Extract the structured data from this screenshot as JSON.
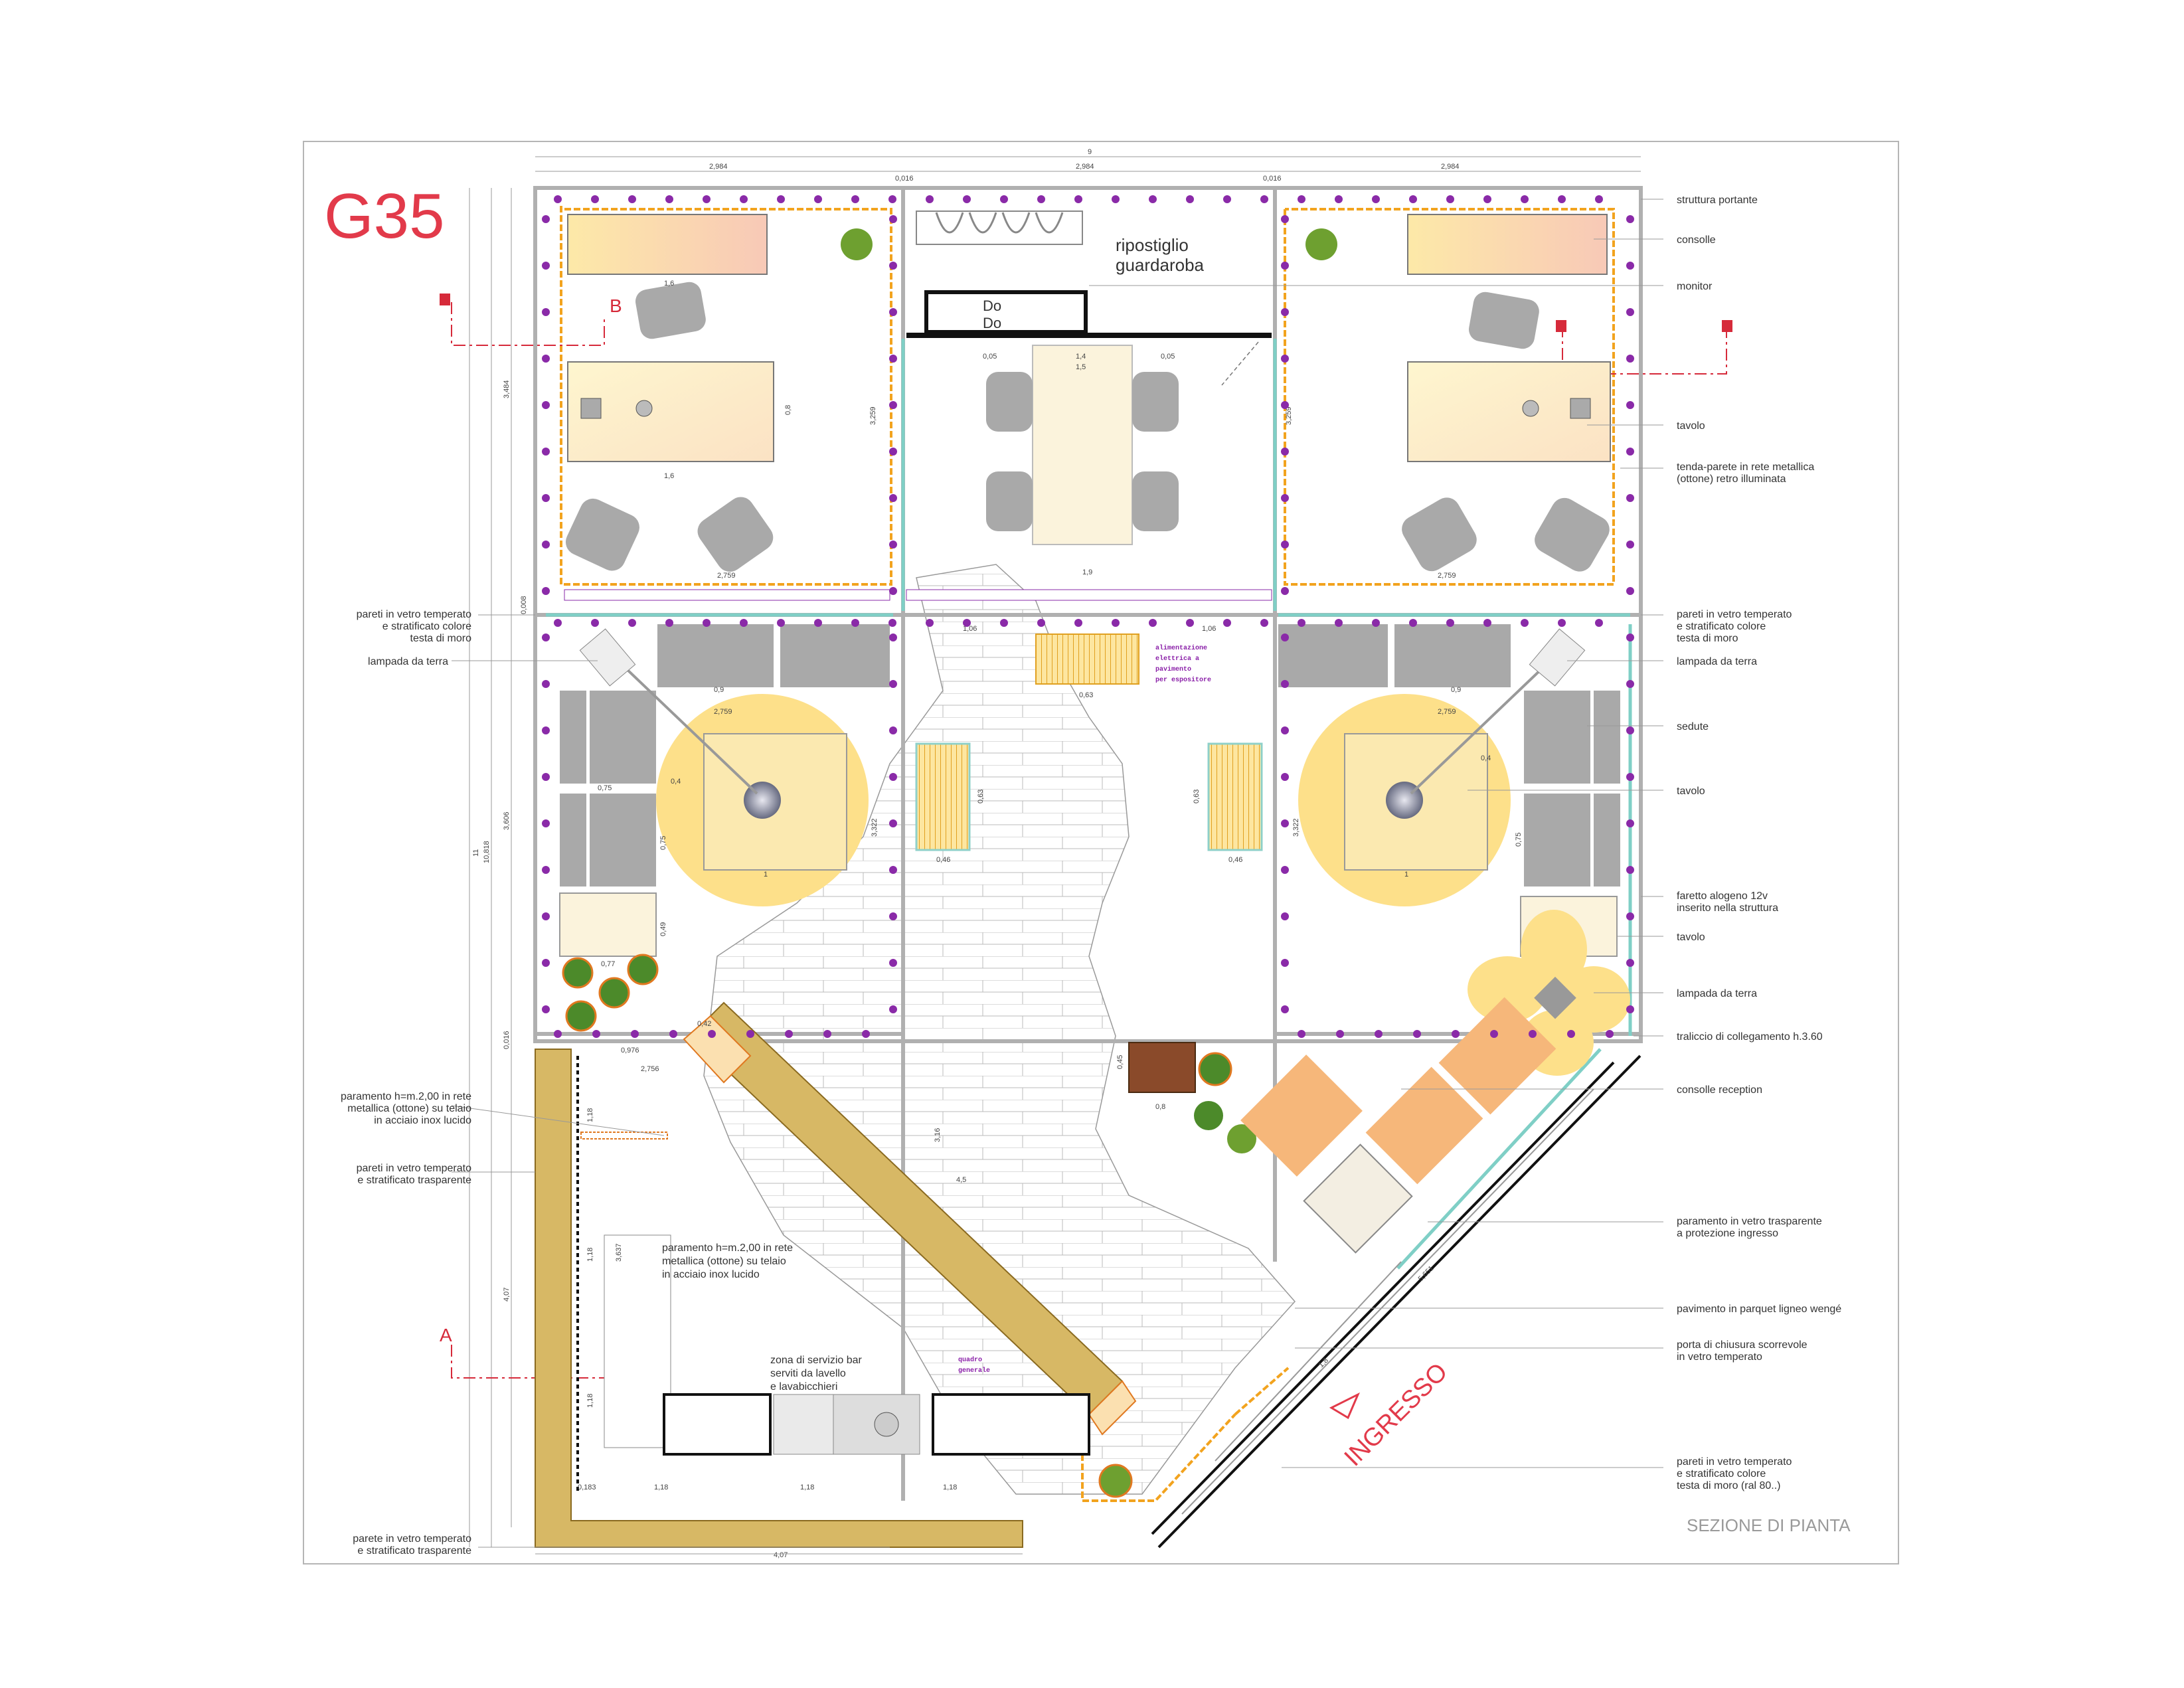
{
  "sheet_id": "G35",
  "sheet_title": "SEZIONE DI PIANTA",
  "entrance_label": "INGRESSO",
  "section_marks": {
    "b": "B",
    "a": "A"
  },
  "rooms": {
    "storage": [
      "ripostiglio",
      "guardaroba"
    ],
    "power": [
      "alimentazione",
      "elettrica a",
      "pavimento",
      "per espositore"
    ],
    "bar_panel": [
      "paramento h=m.2,00 in rete",
      "metallica (ottone) su telaio",
      "in acciaio inox lucido"
    ],
    "bar_service": [
      "zona di servizio bar",
      "serviti da lavello",
      "e lavabicchieri"
    ],
    "panel_board": [
      "quadro",
      "generale"
    ],
    "monitor_text": [
      "Do",
      "Do"
    ]
  },
  "legend_right": [
    [
      "struttura portante"
    ],
    [
      "consolle"
    ],
    [
      "monitor"
    ],
    [
      "tavolo"
    ],
    [
      "tenda-parete in rete metallica",
      "(ottone) retro illuminata"
    ],
    [
      "pareti in vetro temperato",
      "e stratificato colore",
      "testa di moro"
    ],
    [
      "lampada da terra"
    ],
    [
      "sedute"
    ],
    [
      "tavolo"
    ],
    [
      "faretto alogeno 12v",
      "inserito nella struttura"
    ],
    [
      "tavolo"
    ],
    [
      "lampada da terra"
    ],
    [
      "traliccio di collegamento h.3.60"
    ],
    [
      "consolle reception"
    ],
    [
      "paramento in vetro trasparente",
      "a protezione ingresso"
    ],
    [
      "pavimento in parquet ligneo wengé"
    ],
    [
      "porta di chiusura scorrevole",
      "in vetro temperato"
    ],
    [
      "pareti in vetro temperato",
      "e stratificato colore",
      "testa di moro    (ral 80..)"
    ]
  ],
  "legend_left": [
    [
      "pareti in vetro temperato",
      "e stratificato colore",
      "testa di moro"
    ],
    [
      "lampada da terra"
    ],
    [
      "paramento h=m.2,00 in rete",
      "metallica (ottone) su telaio",
      "in acciaio inox lucido"
    ],
    [
      "pareti in vetro temperato",
      "e stratificato trasparente"
    ],
    [
      "parete in vetro temperato",
      "e stratificato trasparente"
    ]
  ],
  "dimensions": {
    "top_total": "9",
    "top_segments": [
      "2,984",
      "0,016",
      "2,984",
      "0,016",
      "2,984"
    ],
    "left_total": "11",
    "left_a": "10,818",
    "left_b": "3,484",
    "left_c": "3,606",
    "left_d": "4,07",
    "left_e": "0,016",
    "left_f": "0,008",
    "office_w": "1,6",
    "office_h": "0,8",
    "room_w": "2,759",
    "mid_w": "1,4",
    "mid_w2": "1,5",
    "sides": "0,05",
    "v3259": "3,259",
    "lounge_w": "2,759",
    "circle": "1",
    "d09": "0,9",
    "d04": "0,4",
    "d075": "0,75",
    "d049": "0,49",
    "d077": "0,77",
    "d063": "0,63",
    "d046": "0,46",
    "d106": "1,06",
    "d19": "1,9",
    "d3322": "3,322",
    "bar_w": "2,756",
    "bar_a": "1,18",
    "bar_b": "3,637",
    "bottom_total": "4,07",
    "d0183": "0,183",
    "reception_d": "0,8",
    "d045": "0,45",
    "d5651": "5,651",
    "d18": "1,8",
    "d0976": "0,976",
    "d0042": "0,42",
    "d316": "3,16",
    "d45": "4,5"
  },
  "colors": {
    "frame": "#b7b7b7",
    "glass": "#9fd6d0",
    "brass": "#f0a020",
    "yellow": "#fde08a",
    "grey_furniture": "#a9a9a9",
    "purple_dot": "#8a2aa8",
    "red_mark": "#d62a3a",
    "bar_counter": "#d7b865",
    "reception": "#f6b77a"
  }
}
